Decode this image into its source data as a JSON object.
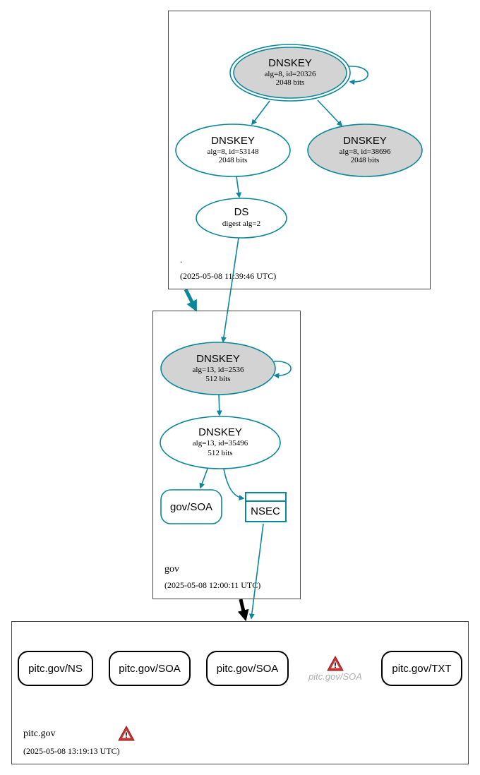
{
  "colors": {
    "edge": "#0a879a",
    "secure_fill": "#d3d3d3",
    "zone_border": "#444444",
    "warning_red": "#cc3333",
    "ghost_text": "#b0b0b0",
    "delegation": "#000000"
  },
  "zones": {
    "root": {
      "name": ".",
      "timestamp": "(2025-05-08 11:39:46 UTC)",
      "ksk": {
        "type": "DNSKEY",
        "detail": "alg=8, id=20326",
        "size": "2048 bits"
      },
      "zsk": {
        "type": "DNSKEY",
        "detail": "alg=8, id=53148",
        "size": "2048 bits"
      },
      "key3": {
        "type": "DNSKEY",
        "detail": "alg=8, id=38696",
        "size": "2048 bits"
      },
      "ds": {
        "type": "DS",
        "detail": "digest alg=2"
      }
    },
    "gov": {
      "name": "gov",
      "timestamp": "(2025-05-08 12:00:11 UTC)",
      "ksk": {
        "type": "DNSKEY",
        "detail": "alg=13, id=2536",
        "size": "512 bits"
      },
      "zsk": {
        "type": "DNSKEY",
        "detail": "alg=13, id=35496",
        "size": "512 bits"
      },
      "soa": "gov/SOA",
      "nsec": "NSEC"
    },
    "pitc": {
      "name": "pitc.gov",
      "timestamp": "(2025-05-08 13:19:13 UTC)",
      "records": [
        "pitc.gov/NS",
        "pitc.gov/SOA",
        "pitc.gov/SOA",
        "pitc.gov/TXT"
      ],
      "ghost_record": "pitc.gov/SOA",
      "warning_icon": "warning-triangle-icon"
    }
  }
}
